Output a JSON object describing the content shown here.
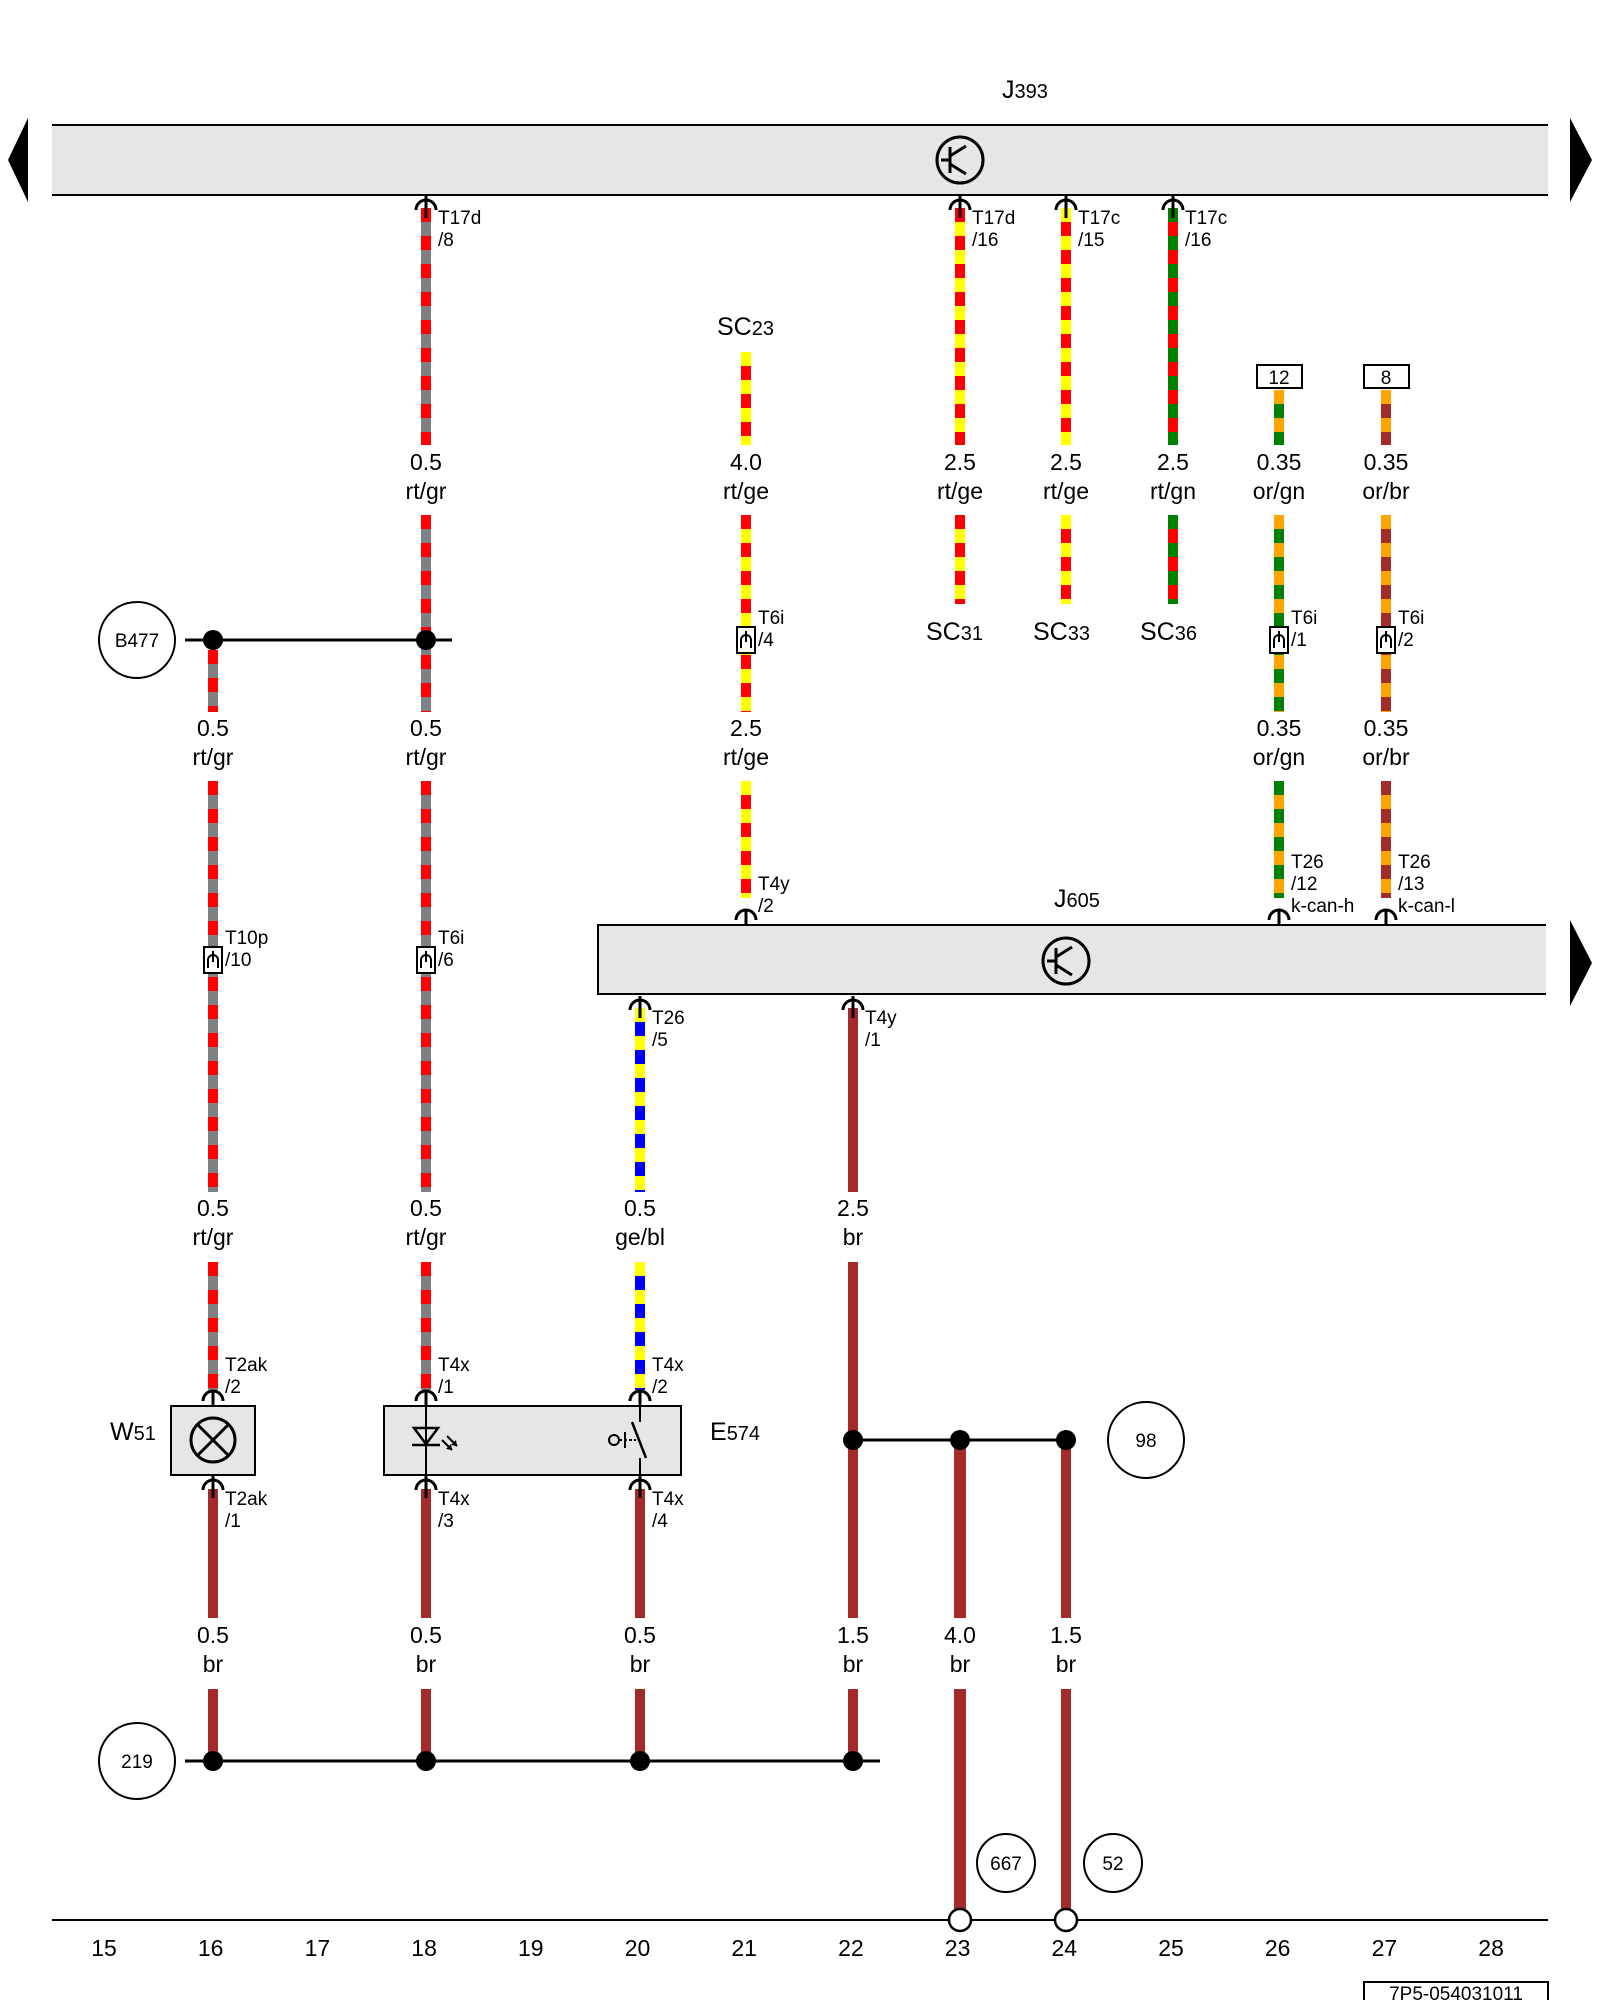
{
  "components": {
    "J393": {
      "letter": "J",
      "sub": "393"
    },
    "J605": {
      "letter": "J",
      "sub": "605"
    },
    "E574": {
      "letter": "E",
      "sub": "574"
    },
    "W51": {
      "letter": "W",
      "sub": "51"
    }
  },
  "splices": {
    "SC23": {
      "letter": "SC",
      "sub": "23"
    },
    "SC31": {
      "letter": "SC",
      "sub": "31"
    },
    "SC33": {
      "letter": "SC",
      "sub": "33"
    },
    "SC36": {
      "letter": "SC",
      "sub": "36"
    }
  },
  "circle_refs": {
    "b477": "B477",
    "c219": "219",
    "c98": "98",
    "c667": "667",
    "c52": "52"
  },
  "box_refs": {
    "b12": "12",
    "b8": "8"
  },
  "wire_specs": {
    "w18a_g": "0.5",
    "w18a_c": "rt/gr",
    "w21a_g": "4.0",
    "w21a_c": "rt/ge",
    "w23a_g": "2.5",
    "w23a_c": "rt/ge",
    "w24a_g": "2.5",
    "w24a_c": "rt/ge",
    "w25a_g": "2.5",
    "w25a_c": "rt/gn",
    "w26a_g": "0.35",
    "w26a_c": "or/gn",
    "w27a_g": "0.35",
    "w27a_c": "or/br",
    "w16b_g": "0.5",
    "w16b_c": "rt/gr",
    "w18b_g": "0.5",
    "w18b_c": "rt/gr",
    "w21b_g": "2.5",
    "w21b_c": "rt/ge",
    "w26b_g": "0.35",
    "w26b_c": "or/gn",
    "w27b_g": "0.35",
    "w27b_c": "or/br",
    "w16c_g": "0.5",
    "w16c_c": "rt/gr",
    "w18c_g": "0.5",
    "w18c_c": "rt/gr",
    "w20c_g": "0.5",
    "w20c_c": "ge/bl",
    "w22c_g": "2.5",
    "w22c_c": "br",
    "w16d_g": "0.5",
    "w16d_c": "br",
    "w18d_g": "0.5",
    "w18d_c": "br",
    "w20d_g": "0.5",
    "w20d_c": "br",
    "w22d_g": "1.5",
    "w22d_c": "br",
    "w23d_g": "4.0",
    "w23d_c": "br",
    "w24d_g": "1.5",
    "w24d_c": "br"
  },
  "pins": {
    "p18_top_a": "T17d",
    "p18_top_b": "/8",
    "p23_top_a": "T17d",
    "p23_top_b": "/16",
    "p24_top_a": "T17c",
    "p24_top_b": "/15",
    "p25_top_a": "T17c",
    "p25_top_b": "/16",
    "p21_t6i_a": "T6i",
    "p21_t6i_b": "/4",
    "p26_t6i_a": "T6i",
    "p26_t6i_b": "/1",
    "p27_t6i_a": "T6i",
    "p27_t6i_b": "/2",
    "p16_t10p_a": "T10p",
    "p16_t10p_b": "/10",
    "p18_t6i_a": "T6i",
    "p18_t6i_b": "/6",
    "p21_t4y_a": "T4y",
    "p21_t4y_b": "/2",
    "p26_t26_a": "T26",
    "p26_t26_b": "/12",
    "p26_t26_c": "k-can-h",
    "p27_t26_a": "T26",
    "p27_t26_b": "/13",
    "p27_t26_c": "k-can-l",
    "p20_t26_a": "T26",
    "p20_t26_b": "/5",
    "p22_t4y_a": "T4y",
    "p22_t4y_b": "/1",
    "p16_t2ak_top_a": "T2ak",
    "p16_t2ak_top_b": "/2",
    "p16_t2ak_bot_a": "T2ak",
    "p16_t2ak_bot_b": "/1",
    "p18_t4x_top_a": "T4x",
    "p18_t4x_top_b": "/1",
    "p20_t4x_top_a": "T4x",
    "p20_t4x_top_b": "/2",
    "p18_t4x_bot_a": "T4x",
    "p18_t4x_bot_b": "/3",
    "p20_t4x_bot_a": "T4x",
    "p20_t4x_bot_b": "/4"
  },
  "columns": [
    "15",
    "16",
    "17",
    "18",
    "19",
    "20",
    "21",
    "22",
    "23",
    "24",
    "25",
    "26",
    "27",
    "28"
  ],
  "doc_code": "7P5-054031011",
  "colors": {
    "rt": "#ff0000",
    "gr": "#808080",
    "ge": "#ffff00",
    "gn": "#008000",
    "or": "#ffa500",
    "br": "#a52a2a",
    "bl": "#0000ff",
    "bar": "#e6e6e6"
  }
}
